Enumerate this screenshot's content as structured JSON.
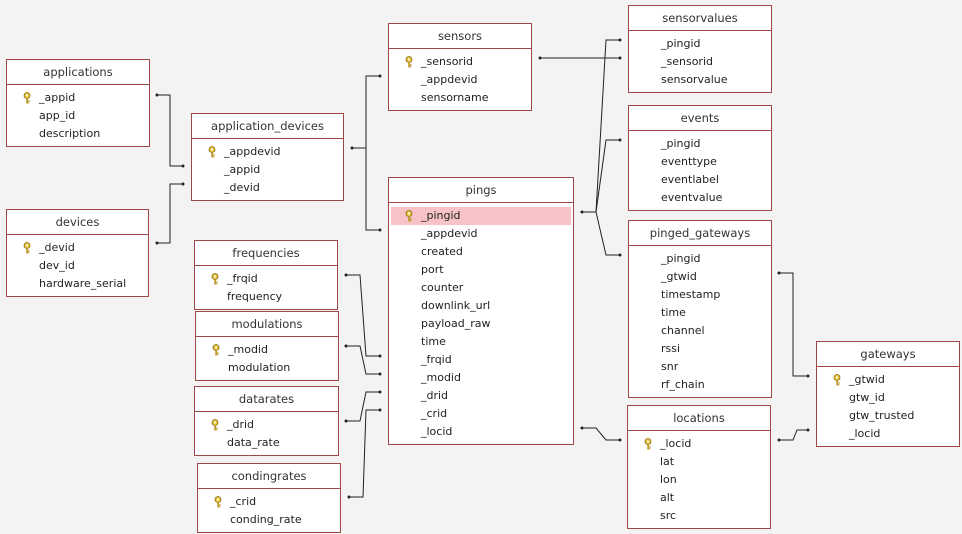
{
  "tables": [
    {
      "id": "applications",
      "title": "applications",
      "fields": [
        {
          "name": "_appid",
          "pk": true
        },
        {
          "name": "app_id"
        },
        {
          "name": "description"
        }
      ]
    },
    {
      "id": "devices",
      "title": "devices",
      "fields": [
        {
          "name": "_devid",
          "pk": true
        },
        {
          "name": "dev_id"
        },
        {
          "name": "hardware_serial"
        }
      ]
    },
    {
      "id": "application_devices",
      "title": "application_devices",
      "fields": [
        {
          "name": "_appdevid",
          "pk": true
        },
        {
          "name": "_appid"
        },
        {
          "name": "_devid"
        }
      ]
    },
    {
      "id": "sensors",
      "title": "sensors",
      "fields": [
        {
          "name": "_sensorid",
          "pk": true
        },
        {
          "name": "_appdevid"
        },
        {
          "name": "sensorname"
        }
      ]
    },
    {
      "id": "pings",
      "title": "pings",
      "fields": [
        {
          "name": "_pingid",
          "pk": true,
          "selected": true
        },
        {
          "name": "_appdevid"
        },
        {
          "name": "created"
        },
        {
          "name": "port"
        },
        {
          "name": "counter"
        },
        {
          "name": "downlink_url"
        },
        {
          "name": "payload_raw"
        },
        {
          "name": "time"
        },
        {
          "name": "_frqid"
        },
        {
          "name": "_modid"
        },
        {
          "name": "_drid"
        },
        {
          "name": "_crid"
        },
        {
          "name": "_locid"
        }
      ]
    },
    {
      "id": "frequencies",
      "title": "frequencies",
      "fields": [
        {
          "name": "_frqid",
          "pk": true
        },
        {
          "name": "frequency"
        }
      ]
    },
    {
      "id": "modulations",
      "title": "modulations",
      "fields": [
        {
          "name": "_modid",
          "pk": true
        },
        {
          "name": "modulation"
        }
      ]
    },
    {
      "id": "datarates",
      "title": "datarates",
      "fields": [
        {
          "name": "_drid",
          "pk": true
        },
        {
          "name": "data_rate"
        }
      ]
    },
    {
      "id": "condingrates",
      "title": "condingrates",
      "fields": [
        {
          "name": "_crid",
          "pk": true
        },
        {
          "name": "conding_rate"
        }
      ]
    },
    {
      "id": "sensorvalues",
      "title": "sensorvalues",
      "fields": [
        {
          "name": "_pingid"
        },
        {
          "name": "_sensorid"
        },
        {
          "name": "sensorvalue"
        }
      ]
    },
    {
      "id": "events",
      "title": "events",
      "fields": [
        {
          "name": "_pingid"
        },
        {
          "name": "eventtype"
        },
        {
          "name": "eventlabel"
        },
        {
          "name": "eventvalue"
        }
      ]
    },
    {
      "id": "pinged_gateways",
      "title": "pinged_gateways",
      "fields": [
        {
          "name": "_pingid"
        },
        {
          "name": "_gtwid"
        },
        {
          "name": "timestamp"
        },
        {
          "name": "time"
        },
        {
          "name": "channel"
        },
        {
          "name": "rssi"
        },
        {
          "name": "snr"
        },
        {
          "name": "rf_chain"
        }
      ]
    },
    {
      "id": "locations",
      "title": "locations",
      "fields": [
        {
          "name": "_locid",
          "pk": true
        },
        {
          "name": "lat"
        },
        {
          "name": "lon"
        },
        {
          "name": "alt"
        },
        {
          "name": "src"
        }
      ]
    },
    {
      "id": "gateways",
      "title": "gateways",
      "fields": [
        {
          "name": "_gtwid",
          "pk": true
        },
        {
          "name": "gtw_id"
        },
        {
          "name": "gtw_trusted"
        },
        {
          "name": "_locid"
        }
      ]
    }
  ]
}
